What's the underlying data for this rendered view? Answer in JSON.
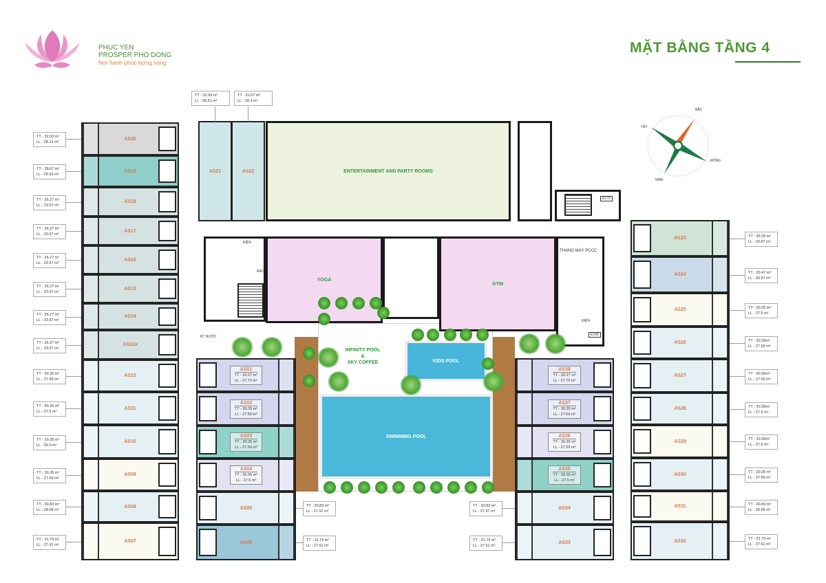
{
  "logo": {
    "line1": "PHUC YEN",
    "line2": "PROSPER PHO DONG",
    "tagline": "Nơi hạnh phúc bừng sáng"
  },
  "title": "MẶT BẰNG TẦNG 4",
  "compass": {
    "north": "BẮC",
    "east": "ĐÔNG",
    "south": "NAM",
    "west": "TÂY"
  },
  "colors": {
    "brand_green": "#3c9a2f",
    "unit_label": "#d3794a",
    "pool": "#4ab8d8",
    "amenity_pink": "#f4d9f2",
    "deck": "#b07a45"
  },
  "amenities": {
    "entertainment": "ENTERTAINMENT AND PARTY ROOMS",
    "yoga": "YOGA",
    "gym": "GYM",
    "infinity_pool": "INFINITY POOL",
    "amp": "&",
    "sky_coffee": "SKY COFFEE",
    "kids_pool": "KIDS POOL",
    "swimming_pool": "SWIMMING POOL",
    "fire_elevator": "THANG MÁY PCCC",
    "electric": "ĐIỆN",
    "trash": "RÁC",
    "water": "KT NƯỚC",
    "e170": "E170",
    "e145": "E145"
  },
  "units": {
    "left": [
      {
        "id": "AS20",
        "tt": "TT - 32.03 m²",
        "ll": "LL - 28.13 m²",
        "color": "#d9d9d9"
      },
      {
        "id": "AS19",
        "tt": "TT - 28.67 m²",
        "ll": "LL - 25.93 m²",
        "color": "#8fcfca"
      },
      {
        "id": "AS18",
        "tt": "TT - 26.27 m²",
        "ll": "LL - 23.57 m²",
        "color": "#d5e2e2"
      },
      {
        "id": "AS17",
        "tt": "TT - 26.27 m²",
        "ll": "LL - 23.57 m²",
        "color": "#d5e2e2"
      },
      {
        "id": "AS16",
        "tt": "TT - 26.27 m²",
        "ll": "LL - 23.57 m²",
        "color": "#d5e2e2"
      },
      {
        "id": "AS15",
        "tt": "TT - 26.27 m²",
        "ll": "LL - 23.57 m²",
        "color": "#d5e2e2"
      },
      {
        "id": "AS14",
        "tt": "TT - 26.27 m²",
        "ll": "LL - 23.57 m²",
        "color": "#d5e2e2"
      },
      {
        "id": "AS12a",
        "tt": "TT - 26.27 m²",
        "ll": "LL - 23.57 m²",
        "color": "#d5e2e2"
      },
      {
        "id": "AS12",
        "tt": "TT - 30.35 m²",
        "ll": "LL - 27.59 m²",
        "color": "#e4f0f3"
      },
      {
        "id": "AS11",
        "tt": "TT - 30.35 m²",
        "ll": "LL - 27.5 m²",
        "color": "#e4f0f3"
      },
      {
        "id": "AS10",
        "tt": "TT - 30.35 m²",
        "ll": "LL - 25.5 m²",
        "color": "#e4f0f3"
      },
      {
        "id": "AS09",
        "tt": "TT - 30.35 m²",
        "ll": "LL - 27.59 m²",
        "color": "#fbfaf0"
      },
      {
        "id": "AS08",
        "tt": "TT - 30.83 m²",
        "ll": "LL - 28.06 m²",
        "color": "#e4f0f3"
      },
      {
        "id": "AS07",
        "tt": "TT - 31.79 m²",
        "ll": "LL - 27.61 m²",
        "color": "#fbfaf0"
      }
    ],
    "right": [
      {
        "id": "AS23",
        "tt": "TT - 35.39 m²",
        "ll": "LL - 30.87 m²",
        "color": "#cfe3d6"
      },
      {
        "id": "AS24",
        "tt": "TT - 33.47 m²",
        "ll": "LL - 30.57 m²",
        "color": "#c9dbe8"
      },
      {
        "id": "AS25",
        "tt": "TT - 30.35 m²",
        "ll": "LL - 27.5 m²",
        "color": "#fbfaf0"
      },
      {
        "id": "AS26",
        "tt": "TT - 30.35m²",
        "ll": "LL - 27.59 m²",
        "color": "#e4f0f3"
      },
      {
        "id": "AS27",
        "tt": "TT - 30.35m²",
        "ll": "LL - 27.59 m²",
        "color": "#e4f0f3"
      },
      {
        "id": "AS28",
        "tt": "TT - 30.35m²",
        "ll": "LL - 27.5 m²",
        "color": "#e4f0f3"
      },
      {
        "id": "AS29",
        "tt": "TT - 30.35m²",
        "ll": "LL - 27.5 m²",
        "color": "#fbfaf0"
      },
      {
        "id": "AS30",
        "tt": "TT - 30.35 m²",
        "ll": "LL - 27.59 m²",
        "color": "#e4f0f3"
      },
      {
        "id": "AS31",
        "tt": "TT - 30.83 m²",
        "ll": "LL - 28.06 m²",
        "color": "#fbfaf0"
      },
      {
        "id": "AS32",
        "tt": "TT - 31.79 m²",
        "ll": "LL - 27.61 m²",
        "color": "#e4f0f3"
      }
    ],
    "inner_left": [
      {
        "id": "AS01",
        "tt": "TT - 32.27 m²",
        "ll": "LL - 27.72 m²",
        "color": "#d3d6ee"
      },
      {
        "id": "AS02",
        "tt": "TT - 30.35 m²",
        "ll": "LL - 27.59 m²",
        "color": "#d3d6ee"
      },
      {
        "id": "AS03",
        "tt": "TT - 30.35 m²",
        "ll": "LL - 27.59 m²",
        "color": "#8fd2c8"
      },
      {
        "id": "AS04",
        "tt": "TT - 30.35 m²",
        "ll": "LL - 27.5 m²",
        "color": "#e2e2f2"
      },
      {
        "id": "AS05",
        "tt": "TT - 30.83 m²",
        "ll": "LL - 27.97 m²",
        "color": "#e4f0f3"
      },
      {
        "id": "AS06",
        "tt": "TT - 31.79 m²",
        "ll": "LL - 27.61 m²",
        "color": "#9cc7d8"
      }
    ],
    "inner_right": [
      {
        "id": "AS38",
        "tt": "TT - 32.27 m²",
        "ll": "LL - 27.72 m²",
        "color": "#d3d6ee"
      },
      {
        "id": "AS37",
        "tt": "TT - 30.35 m²",
        "ll": "LL - 27.59 m²",
        "color": "#d3d6ee"
      },
      {
        "id": "AS36",
        "tt": "TT - 30.35 m²",
        "ll": "LL - 27.59 m²",
        "color": "#e2e2f2"
      },
      {
        "id": "AS35",
        "tt": "TT - 30.35 m²",
        "ll": "LL - 27.5 m²",
        "color": "#8fd2c8"
      },
      {
        "id": "AS34",
        "tt": "TT - 30.83 m²",
        "ll": "LL - 27.97 m²",
        "color": "#e4f0f3"
      },
      {
        "id": "AS33",
        "tt": "TT - 31.79 m²",
        "ll": "LL - 27.61 m²",
        "color": "#e4f0f3"
      }
    ],
    "top": [
      {
        "id": "AS21",
        "tt": "TT - 32.99 m²",
        "ll": "LL - 28.51 m²",
        "color": "#cfe7e8"
      },
      {
        "id": "AS22",
        "tt": "TT - 31.07 m²",
        "ll": "LL - 28.3 m²",
        "color": "#cfe7e8"
      }
    ]
  }
}
